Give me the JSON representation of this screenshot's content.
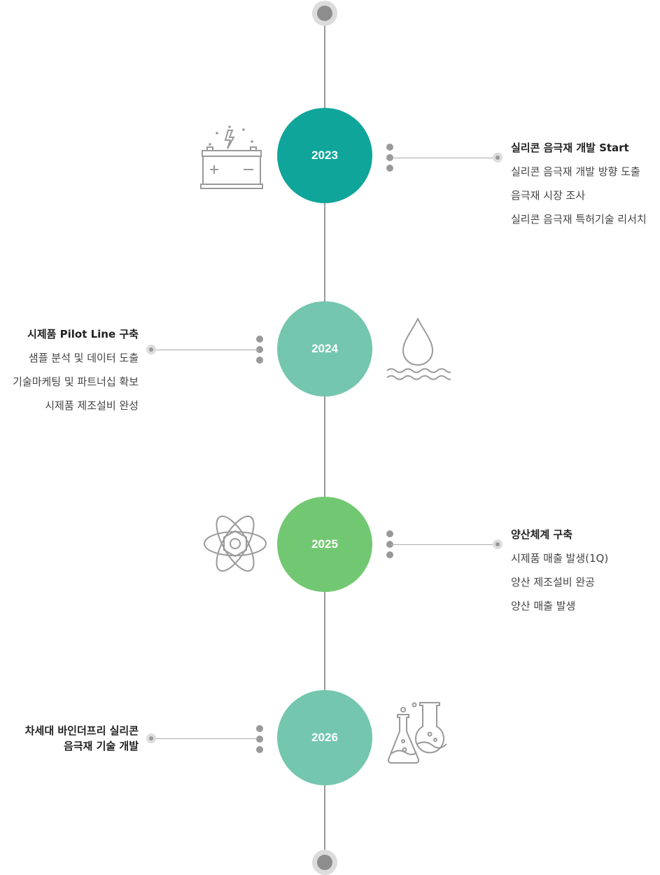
{
  "timeline": {
    "years": [
      {
        "year": "2023",
        "color": "#0fa59a",
        "icon": "battery-icon",
        "side": "right",
        "title": "실리콘 음극재 개발 Start",
        "items": [
          "실리콘 음극재 개발 방향 도출",
          "음극재 시장 조사",
          "실리콘 음극재 특허기술 리서치"
        ]
      },
      {
        "year": "2024",
        "color": "#74c6ae",
        "icon": "water-drop-icon",
        "side": "left",
        "title": "시제품 Pilot Line 구축",
        "items": [
          "샘플 분석 및 데이터 도출",
          "기술마케팅 및 파트너십 확보",
          "시제품 제조설비 완성"
        ]
      },
      {
        "year": "2025",
        "color": "#72c872",
        "icon": "atom-icon",
        "side": "right",
        "title": "양산체계 구축",
        "items": [
          "시제품 매출 발생(1Q)",
          "양산 제조설비 완공",
          "양산 매출 발생"
        ]
      },
      {
        "year": "2026",
        "color": "#74c6ae",
        "icon": "flask-icon",
        "side": "left",
        "title_lines": [
          "차세대 바인더프리 실리콘",
          "음극재 기술 개발"
        ]
      }
    ]
  }
}
